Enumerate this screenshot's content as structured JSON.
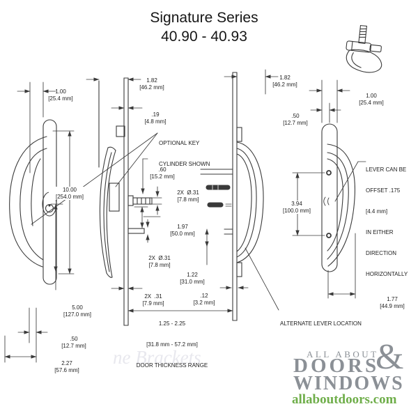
{
  "title": {
    "line1": "Signature Series",
    "line2": "40.90 - 40.93"
  },
  "watermark": "ne Brackets",
  "dims": [
    {
      "v": "1.00",
      "mm": "[25.4 mm]"
    },
    {
      "v": "10.00",
      "mm": "[254.0 mm]"
    },
    {
      "v": "5.00",
      "mm": "[127.0 mm]"
    },
    {
      "v": ".50",
      "mm": "[12.7 mm]"
    },
    {
      "v": "2.27",
      "mm": "[57.6 mm]"
    },
    {
      "v": "1.82",
      "mm": "[46.2 mm]"
    },
    {
      "v": ".19",
      "mm": "[4.8 mm]"
    },
    {
      "v": ".60",
      "mm": "[15.2 mm]"
    },
    {
      "v": "2X  Ø.31",
      "mm": "[7.8 mm]"
    },
    {
      "v": "1.97",
      "mm": "[50.0 mm]"
    },
    {
      "v": "2X  Ø.31",
      "mm": "[7.8 mm]"
    },
    {
      "v": "1.22",
      "mm": "[31.0 mm]"
    },
    {
      "v": "2X  .31",
      "mm": "[7.9 mm]"
    },
    {
      "v": ".12",
      "mm": "[3.2 mm]"
    },
    {
      "v": "1.82",
      "mm": "[46.2 mm]"
    },
    {
      "v": ".50",
      "mm": "[12.7 mm]"
    },
    {
      "v": "1.00",
      "mm": "[25.4 mm]"
    },
    {
      "v": "3.94",
      "mm": "[100.0 mm]"
    },
    {
      "v": "1.77",
      "mm": "[44.9 mm]"
    }
  ],
  "notes": {
    "optional_key_1": "OPTIONAL KEY",
    "optional_key_2": "CYLINDER SHOWN",
    "lever_1": "LEVER CAN BE",
    "lever_2": "OFFSET .175",
    "lever_3": "[4.4 mm]",
    "lever_4": "IN EITHER",
    "lever_5": "DIRECTION",
    "lever_6": "HORIZONTALLY",
    "alternate": "ALTERNATE LEVER LOCATION",
    "door_1": "1.25 - 2.25",
    "door_2": "[31.8 mm - 57.2 mm]",
    "door_3": "DOOR THICKNESS RANGE"
  },
  "logo": {
    "line1": "ALL ABOUT",
    "amp": "&",
    "line2": "DOORS",
    "line3": "WINDOWS",
    "url": "allaboutdoors.com",
    "gray": "#8b9096",
    "green": "#6fae4a"
  }
}
